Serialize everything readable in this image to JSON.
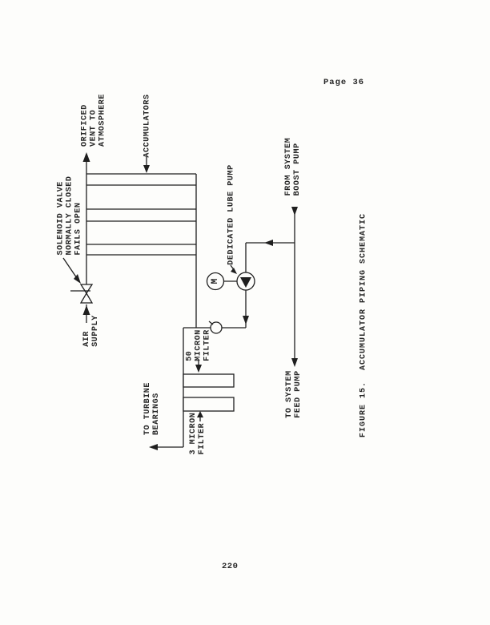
{
  "page": {
    "header": "Page 36",
    "page_number": "220",
    "background_color": "#fdfdfb",
    "ink_color": "#1f1f1f"
  },
  "figure": {
    "caption": "FIGURE 15.  ACCUMULATOR PIPING SCHEMATIC"
  },
  "labels": {
    "orificed_vent": "ORIFICED\nVENT TO\nATMOSPHERE",
    "accumulators": "ACCUMULATORS",
    "solenoid_valve": "SOLENOID VALVE\nNORMALLY CLOSED\nFAILS OPEN",
    "air_supply": "AIR\nSUPPLY",
    "dedicated_lube_pump": "DEDICATED LUBE PUMP",
    "from_system_boost_pump": "FROM SYSTEM\nBOOST PUMP",
    "to_system_feed_pump": "TO SYSTEM\nFEED PUMP",
    "fifty_micron_filter": "50\nMICRON\nFILTER",
    "three_micron_filter": "3 MICRON\nFILTER",
    "to_turbine_bearings": "TO TURBINE\nBEARINGS",
    "motor": "M"
  }
}
